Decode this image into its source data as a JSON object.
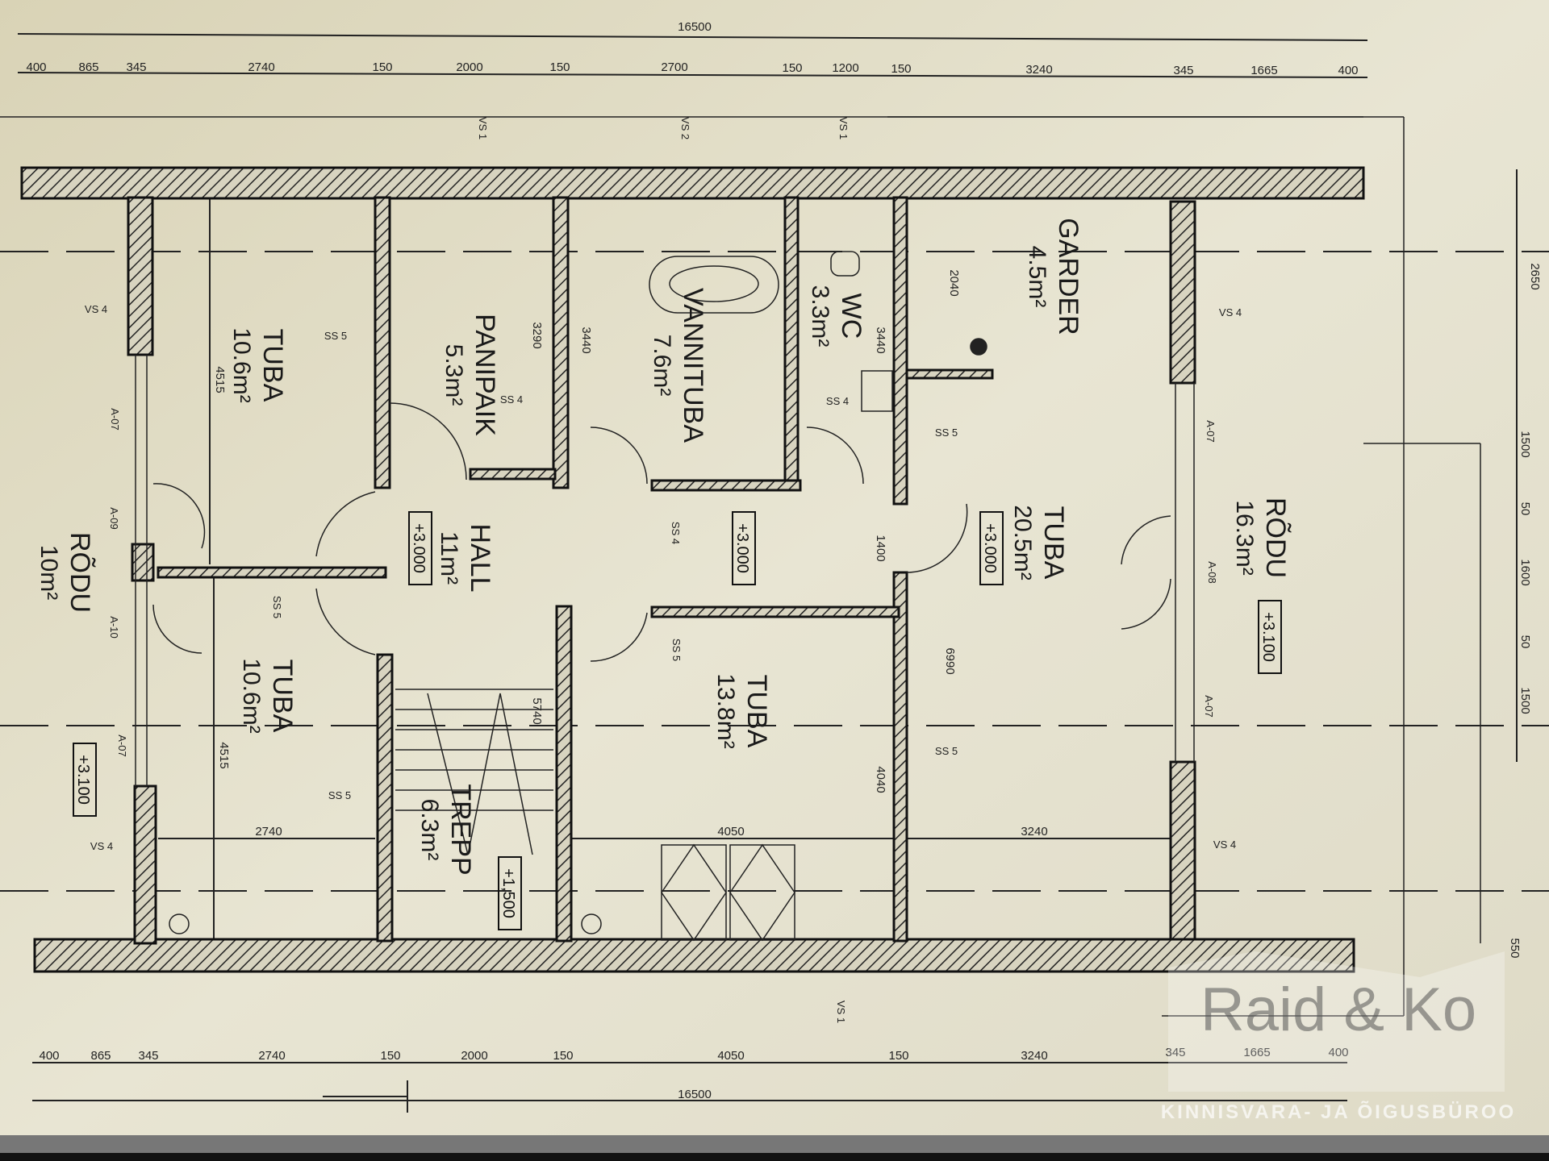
{
  "rooms": [
    {
      "name": "TUBA",
      "area": "10.6m²"
    },
    {
      "name": "PANIPAIK",
      "area": "5.3m²"
    },
    {
      "name": "VANNITUBA",
      "area": "7.6m²"
    },
    {
      "name": "WC",
      "area": "3.3m²"
    },
    {
      "name": "GARDER",
      "area": "4.5m²"
    },
    {
      "name": "HALL",
      "area": "11m²"
    },
    {
      "name": "TUBA",
      "area": "20.5m²"
    },
    {
      "name": "RÕDU",
      "area": "16.3m²"
    },
    {
      "name": "RÕDU",
      "area": "10m²"
    },
    {
      "name": "TUBA",
      "area": "10.6m²"
    },
    {
      "name": "TUBA",
      "area": "13.8m²"
    },
    {
      "name": "TREPP",
      "area": "6.3m²"
    }
  ],
  "levels": [
    "+3.000",
    "+3.000",
    "+3.000",
    "+3.100",
    "+3.100",
    "+1,500"
  ],
  "dims_top_total": "16500",
  "dims_top": [
    "400",
    "865",
    "345",
    "2740",
    "150",
    "2000",
    "150",
    "2700",
    "150",
    "1200",
    "150",
    "3240",
    "345",
    "1665",
    "400"
  ],
  "dims_bottom": [
    "400",
    "865",
    "345",
    "2740",
    "150",
    "2000",
    "150",
    "4050",
    "150",
    "3240",
    "345",
    "1665",
    "400"
  ],
  "dims_bottom_total": "16500",
  "dims_inner": [
    "2740",
    "4050",
    "3240",
    "4515",
    "4515",
    "3290",
    "3440",
    "3440",
    "2040",
    "1400",
    "6990",
    "4040",
    "5740"
  ],
  "dims_right": [
    "2650",
    "1500",
    "50",
    "1600",
    "50",
    "1500",
    "550"
  ],
  "tags": [
    "VS 1",
    "VS 2",
    "VS 1",
    "VS 1",
    "VS 4",
    "VS 4",
    "VS 4",
    "VS 4",
    "SS 5",
    "SS 4",
    "SS 4",
    "SS 5",
    "SS 4",
    "SS 5",
    "SS 5",
    "SS 5",
    "SS 5"
  ],
  "windows": [
    "A-07",
    "A-09",
    "A-10",
    "A-07",
    "A-07",
    "A-08",
    "A-07"
  ],
  "watermark": {
    "brand": "Raid & Ko",
    "subtitle": "KINNISVARA- JA ÕIGUSBÜROO"
  }
}
